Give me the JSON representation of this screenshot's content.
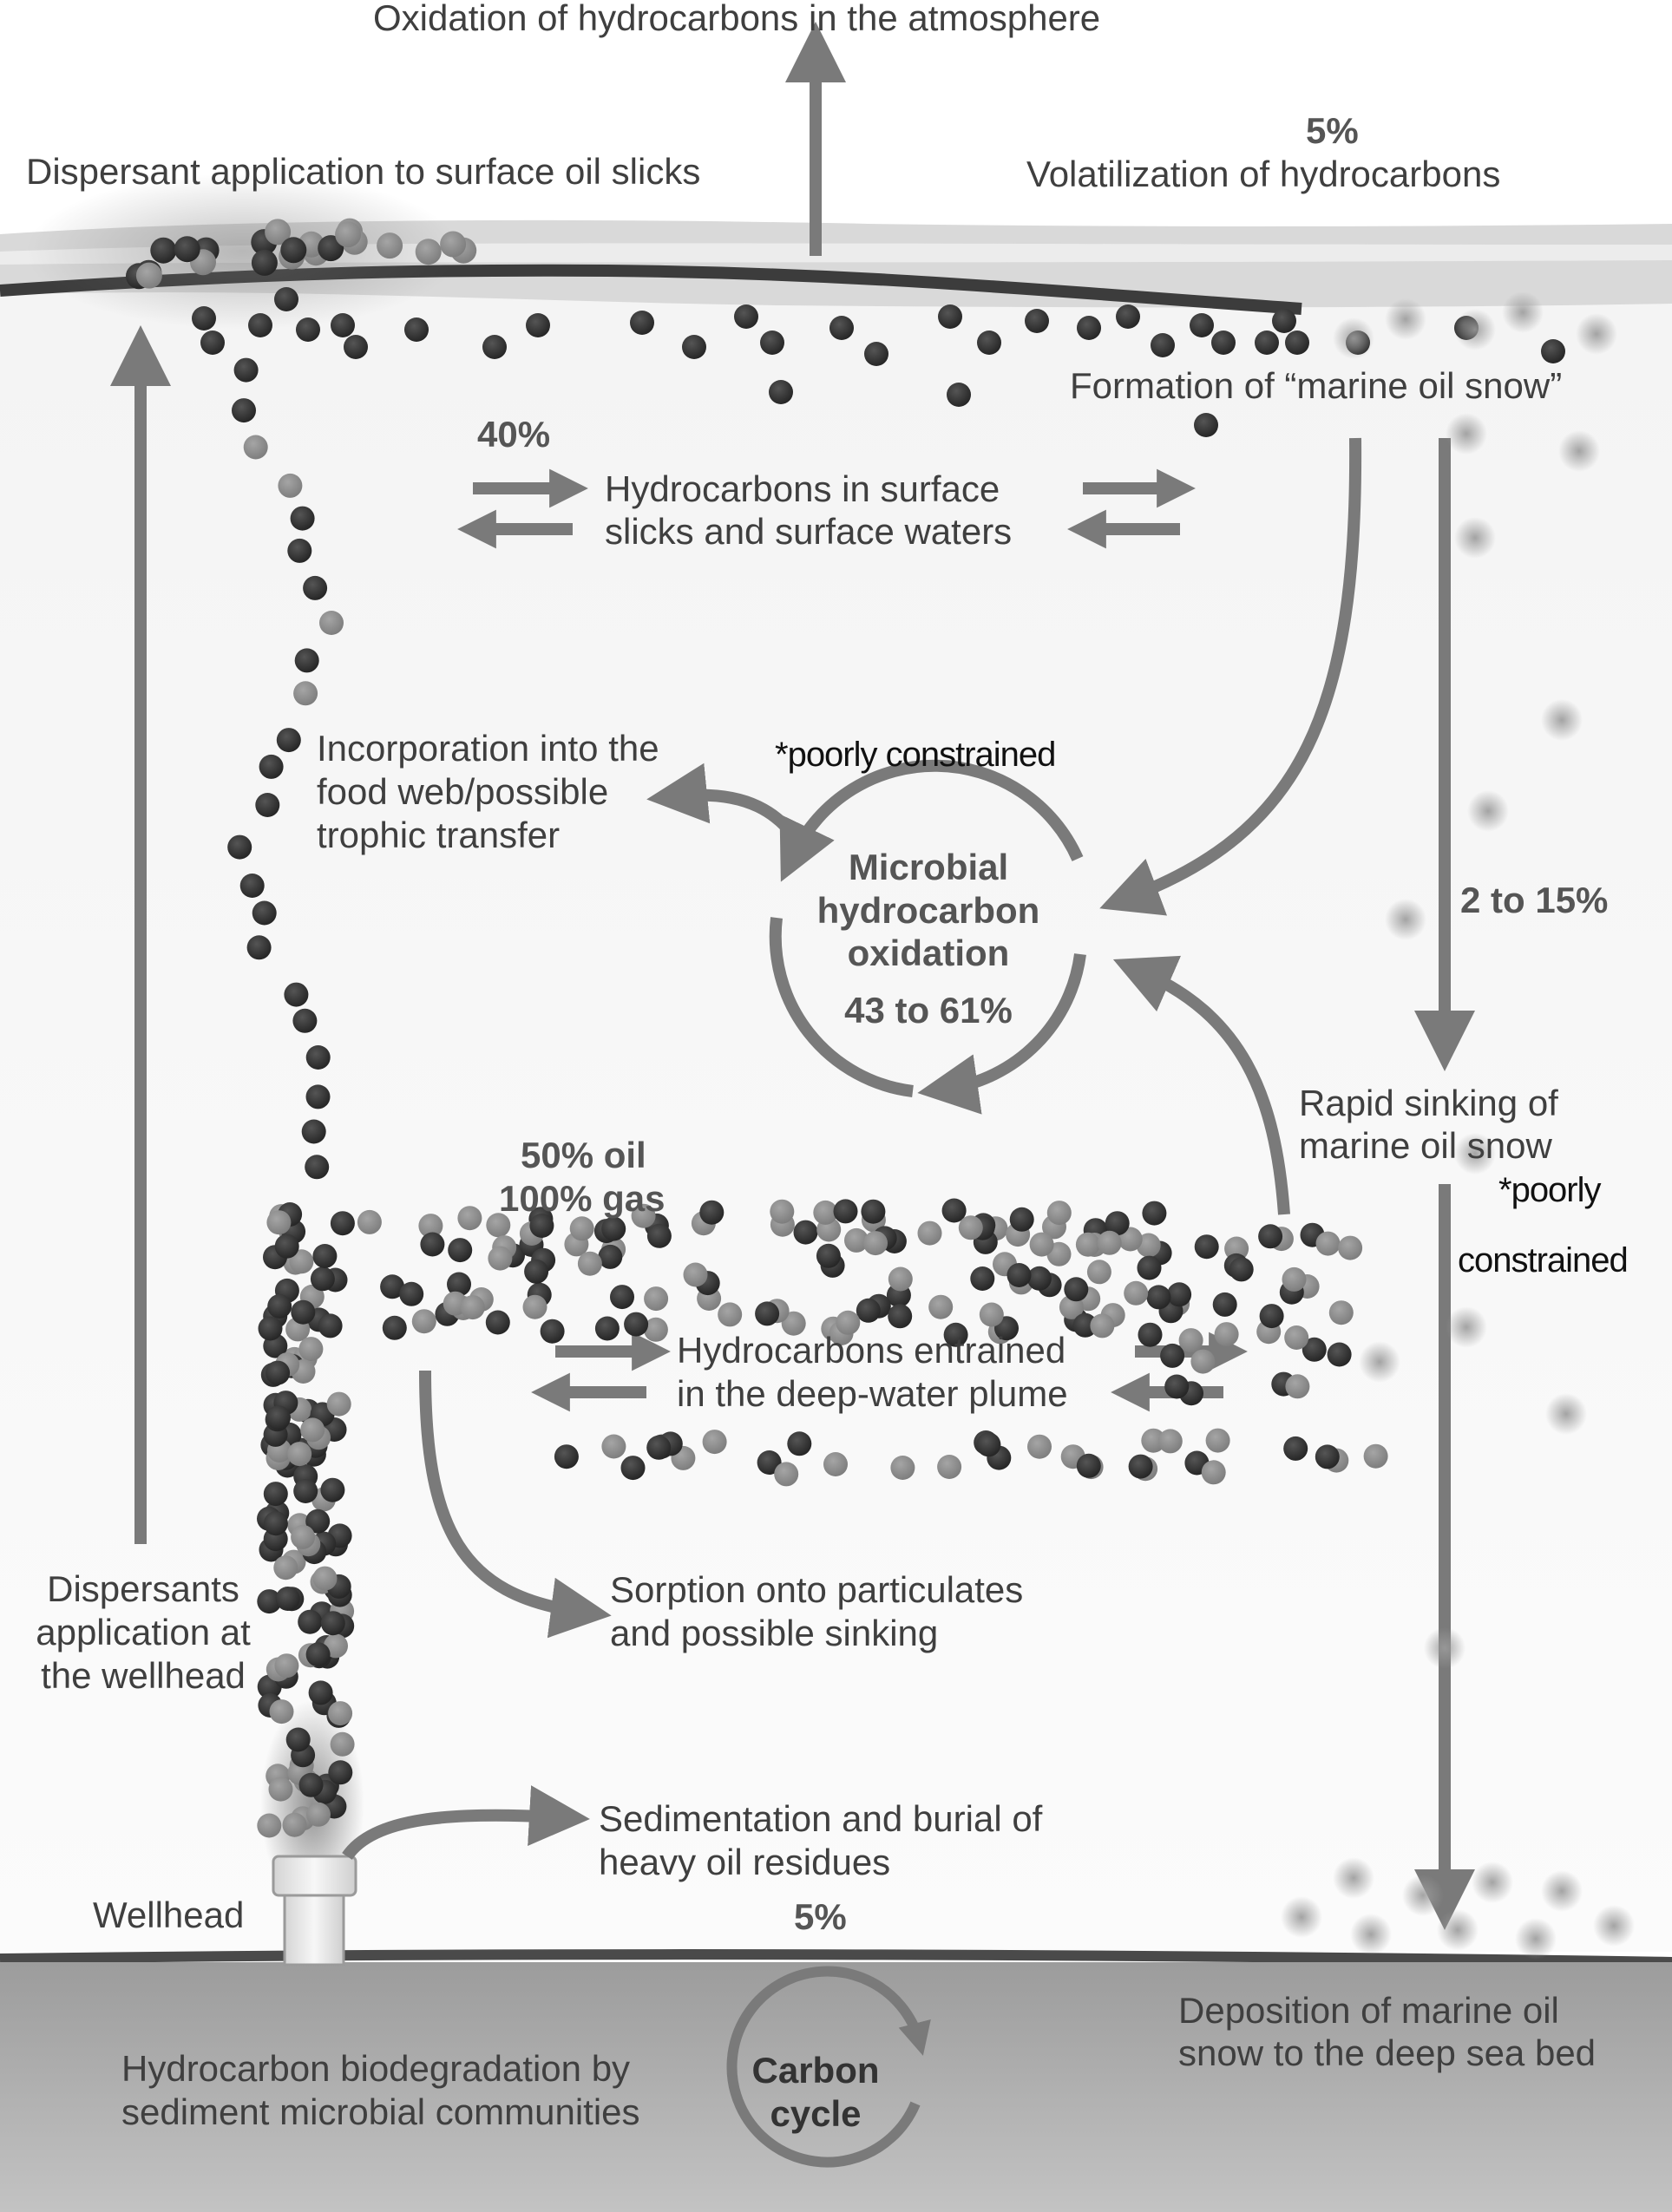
{
  "colors": {
    "arrow": "#7a7a7a",
    "label": "#3f3f3f",
    "bold_label": "#555555",
    "dark_droplet": "#2e2e2e",
    "light_droplet": "#8a8a8a",
    "sea_floor": "#8c8c8c",
    "surface_line": "#3c3c3c"
  },
  "labels": {
    "atmosphere_oxidation": "Oxidation of hydrocarbons in the atmosphere",
    "dispersant_surface": "Dispersant application to surface oil slicks",
    "volatilization_pct": "5%",
    "volatilization": "Volatilization of hydrocarbons",
    "marine_oil_snow": "Formation of “marine oil snow”",
    "surface_pct": "40%",
    "surface_line1": "Hydrocarbons in surface",
    "surface_line2": "slicks and surface waters",
    "foodweb_line1": "Incorporation into the",
    "foodweb_line2": "food web/possible",
    "foodweb_line3": "trophic transfer",
    "poorly_constrained_top": "*poorly constrained",
    "microbial_line1": "Microbial",
    "microbial_line2": "hydrocarbon",
    "microbial_line3": "oxidation",
    "microbial_pct": "43 to 61%",
    "sinking_pct": "2 to 15%",
    "rapid_line1": "Rapid sinking of",
    "rapid_line2": "marine oil snow",
    "poorly_constrained_right_1": "*poorly",
    "poorly_constrained_right_2": "constrained",
    "plume_pct_oil": "50% oil",
    "plume_pct_gas": "100% gas",
    "plume_line1": "Hydrocarbons entrained",
    "plume_line2": "in the deep-water plume",
    "sorption_line1": "Sorption onto particulates",
    "sorption_line2": "and possible sinking",
    "dispersants_wellhead_line1": "Dispersants",
    "dispersants_wellhead_line2": "application at",
    "dispersants_wellhead_line3": "the wellhead",
    "sedimentation_line1": "Sedimentation and burial of",
    "sedimentation_line2": "heavy oil residues",
    "sedimentation_pct": "5%",
    "wellhead": "Wellhead",
    "biodegradation_line1": "Hydrocarbon biodegradation by",
    "biodegradation_line2": "sediment microbial communities",
    "carbon_line1": "Carbon",
    "carbon_line2": "cycle",
    "deposition_line1": "Deposition of marine oil",
    "deposition_line2": "snow to the deep sea bed"
  },
  "icons": [
    "droplet-icon",
    "wellhead-icon",
    "cycle-arrow-icon"
  ]
}
